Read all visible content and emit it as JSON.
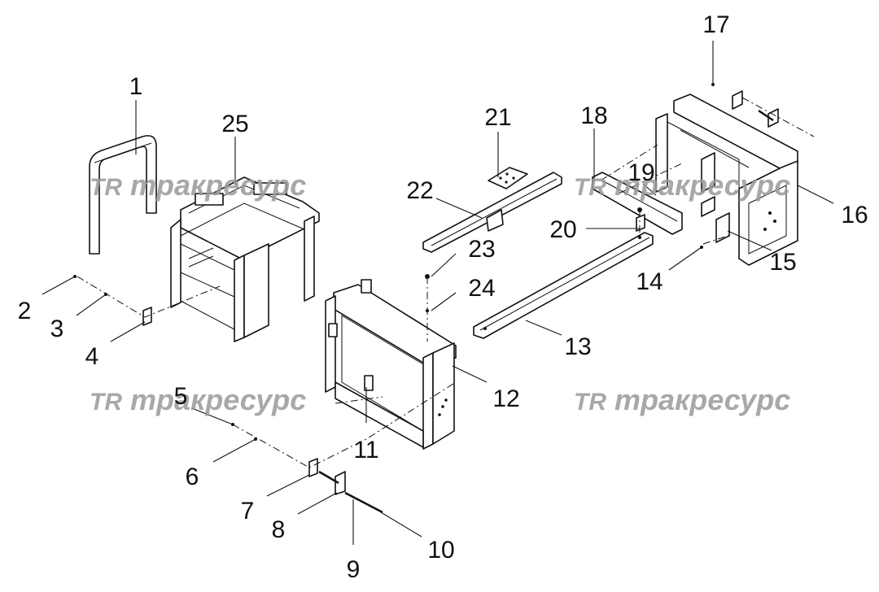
{
  "watermark": {
    "text": "трақресурс",
    "display_text": "тракресурс",
    "logo": "TR"
  },
  "callouts": [
    "1",
    "2",
    "3",
    "4",
    "5",
    "6",
    "7",
    "8",
    "9",
    "10",
    "11",
    "12",
    "13",
    "14",
    "15",
    "16",
    "17",
    "18",
    "19",
    "20",
    "21",
    "22",
    "23",
    "24",
    "25"
  ]
}
